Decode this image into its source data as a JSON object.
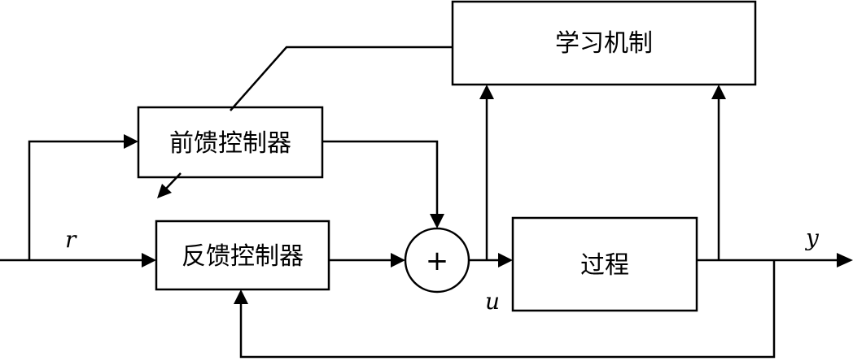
{
  "blocks": {
    "learning": "学习机制",
    "feedforward": "前馈控制器",
    "feedback": "反馈控制器",
    "process": "过程"
  },
  "summing_junction": "+",
  "signals": {
    "reference": "r",
    "control": "u",
    "output": "y"
  }
}
